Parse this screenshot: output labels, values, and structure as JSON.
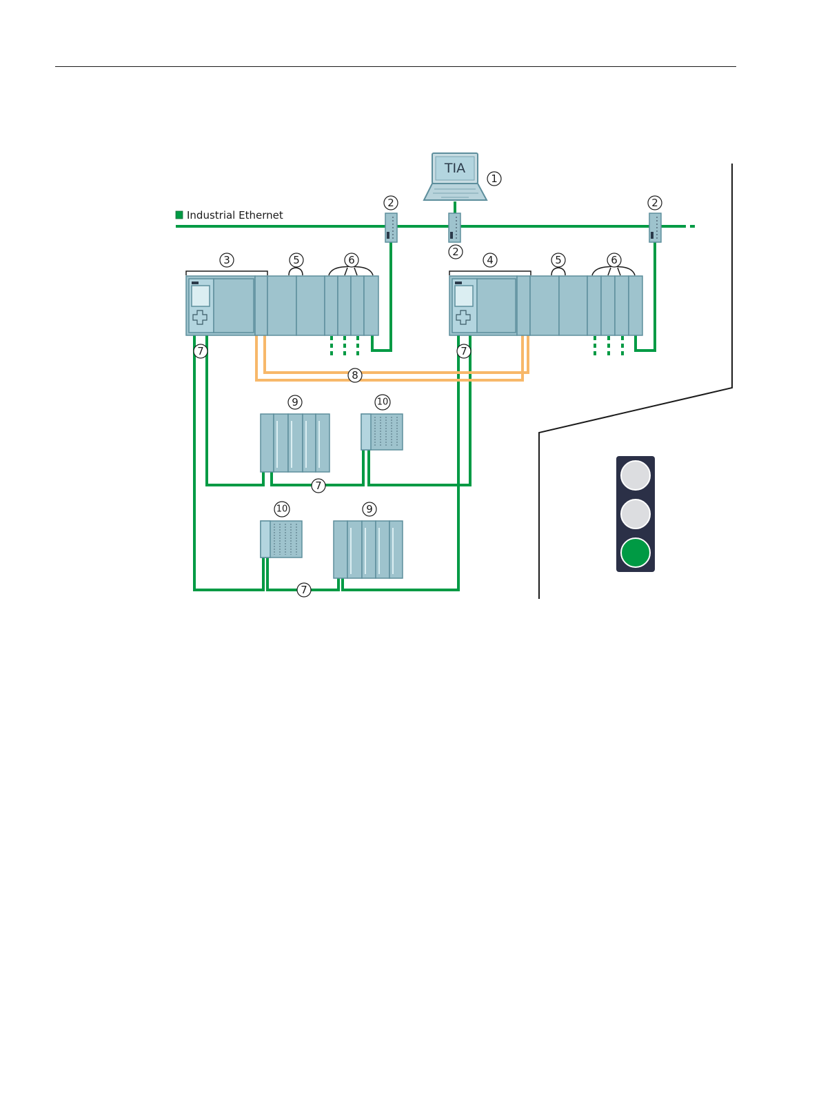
{
  "legend": {
    "label": "Industrial Ethernet",
    "color": "#009a44"
  },
  "laptop": {
    "screen_text": "TIA"
  },
  "callouts": {
    "n1": "1",
    "n2a": "2",
    "n2b": "2",
    "n2c": "2",
    "n3": "3",
    "n4": "4",
    "n5a": "5",
    "n5b": "5",
    "n6a": "6",
    "n6b": "6",
    "n7a": "7",
    "n7b": "7",
    "n7c": "7",
    "n7d": "7",
    "n8": "8",
    "n9a": "9",
    "n9b": "9",
    "n10a": "10",
    "n10b": "10"
  },
  "traffic_light": {
    "states": [
      "off",
      "off",
      "on"
    ],
    "active_color": "#009a44",
    "inactive_color": "#dcdde0",
    "housing_color": "#2b3047"
  },
  "colors": {
    "ethernet": "#009a44",
    "sync_link": "#f7b86a",
    "module_fill": "#9ec3cd",
    "module_stroke": "#5d8e9c"
  }
}
